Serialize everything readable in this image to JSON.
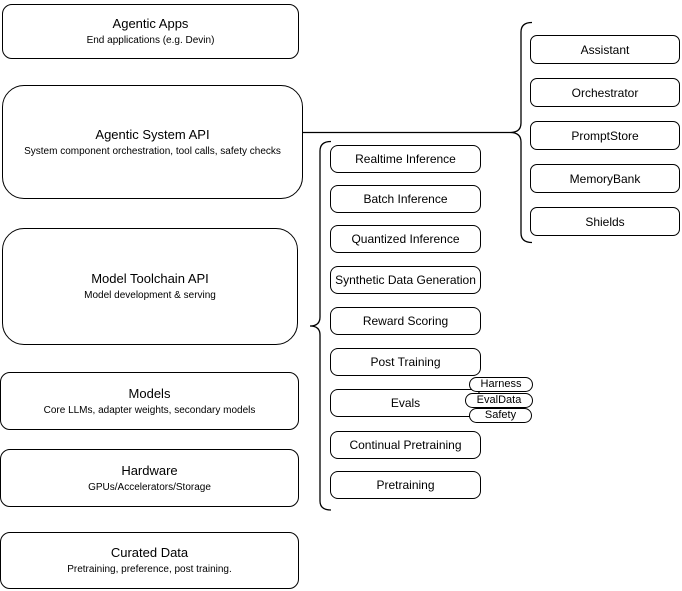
{
  "diagram": {
    "background_color": "#ffffff",
    "stroke_color": "#000000",
    "stack_layers": [
      {
        "title": "Agentic Apps",
        "subtitle": "End applications (e.g. Devin)"
      },
      {
        "title": "Agentic System API",
        "subtitle": "System component orchestration, tool calls, safety checks"
      },
      {
        "title": "Model Toolchain API",
        "subtitle": "Model development & serving"
      },
      {
        "title": "Models",
        "subtitle": "Core LLMs, adapter weights, secondary models"
      },
      {
        "title": "Hardware",
        "subtitle": "GPUs/Accelerators/Storage"
      },
      {
        "title": "Curated Data",
        "subtitle": "Pretraining, preference, post training."
      }
    ],
    "toolchain_capabilities": [
      "Realtime Inference",
      "Batch Inference",
      "Quantized Inference",
      "Synthetic Data Generation",
      "Reward Scoring",
      "Post Training",
      "Evals",
      "Continual Pretraining",
      "Pretraining"
    ],
    "eval_tags": [
      "Harness",
      "EvalData",
      "Safety"
    ],
    "system_components": [
      "Assistant",
      "Orchestrator",
      "PromptStore",
      "MemoryBank",
      "Shields"
    ]
  }
}
